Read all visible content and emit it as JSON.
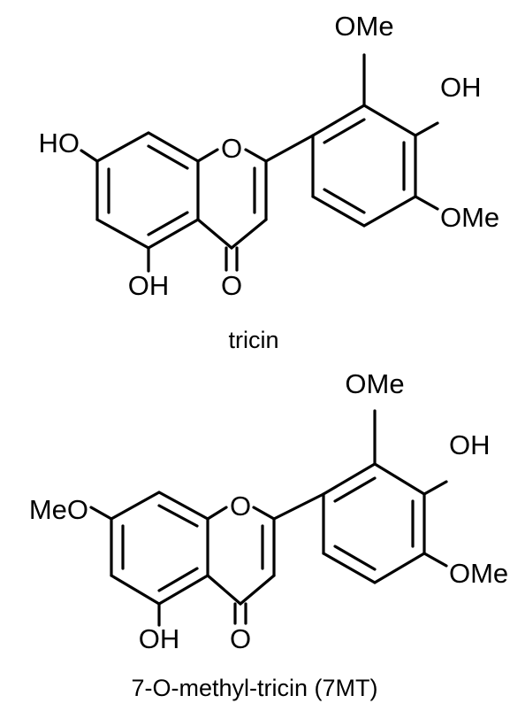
{
  "diagram": {
    "molecules": [
      {
        "id": "tricin",
        "caption": "tricin",
        "labels": {
          "ring_o": "O",
          "carbonyl_o": "O",
          "c5": "OH",
          "c7": "HO",
          "c3p": "OMe",
          "c4p": "OH",
          "c5p": "OMe"
        }
      },
      {
        "id": "seven-o-methyl-tricin",
        "caption": "7-O-methyl-tricin (7MT)",
        "labels": {
          "ring_o": "O",
          "carbonyl_o": "O",
          "c5": "OH",
          "c7": "MeO",
          "c3p": "OMe",
          "c4p": "OH",
          "c5p": "OMe"
        }
      }
    ]
  }
}
